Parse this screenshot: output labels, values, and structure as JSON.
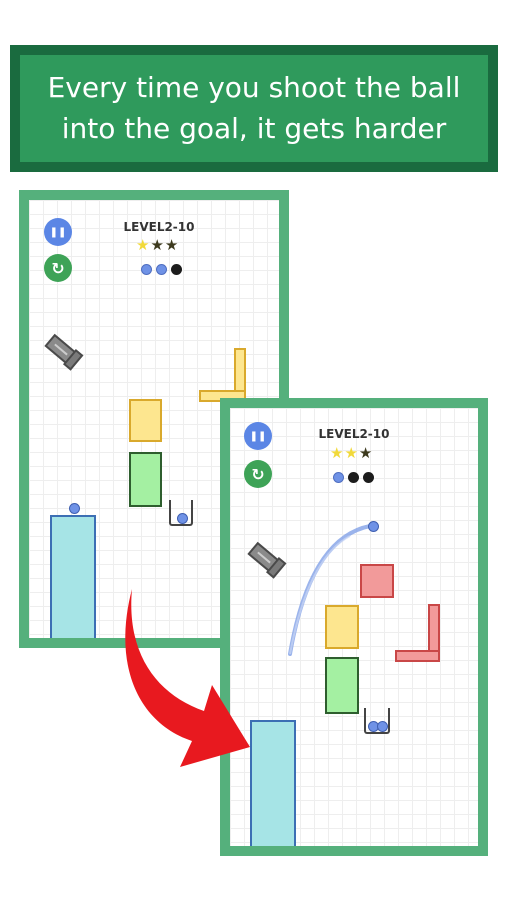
{
  "banner": {
    "line1": "Every time you shoot the ball",
    "line2": "into the goal, it gets harder"
  },
  "screen_a": {
    "level": "LEVEL2-10",
    "stars": {
      "filled": 1,
      "total": 3
    },
    "balls": [
      "blue",
      "blue",
      "black"
    ],
    "pause_icon": "pause-icon",
    "restart_icon": "restart-icon"
  },
  "screen_b": {
    "level": "LEVEL2-10",
    "stars": {
      "filled": 2,
      "total": 3
    },
    "balls": [
      "blue",
      "black",
      "black"
    ],
    "pause_icon": "pause-icon",
    "restart_icon": "restart-icon"
  },
  "colors": {
    "banner_dark": "#1a6b3f",
    "banner_green": "#2f9a5c",
    "frame_green": "#55b07c",
    "arrow_red": "#e8191f"
  },
  "glyphs": {
    "pause": "❚❚",
    "restart": "↻",
    "star": "★"
  }
}
